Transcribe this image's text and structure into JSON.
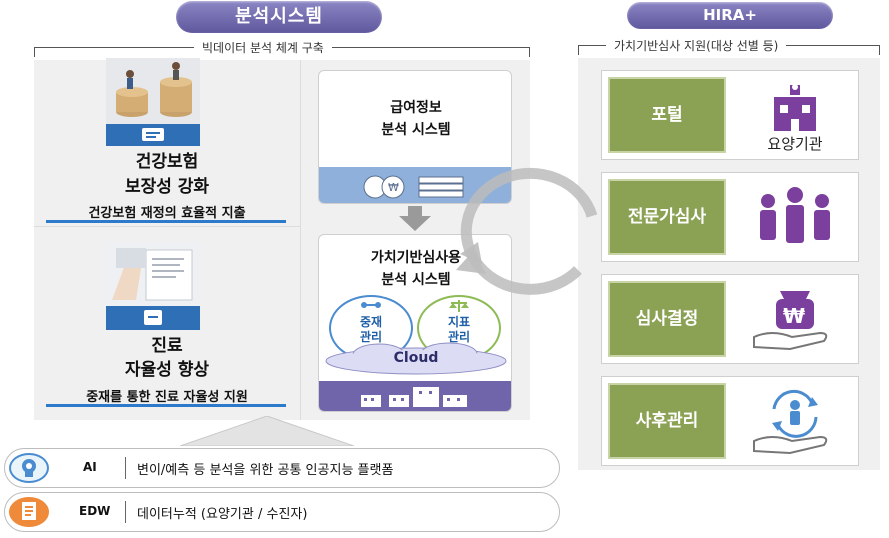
{
  "header": {
    "left_title": "분석시스템",
    "right_title": "HIRA+"
  },
  "left_section": {
    "bracket_label": "빅데이터 분석 체계 구축",
    "card_insurance": {
      "title_line1": "건강보험",
      "title_line2": "보장성 강화",
      "subtitle": "건강보험 재정의 효율적 지출"
    },
    "card_autonomy": {
      "title_line1": "진료",
      "title_line2": "자율성 향상",
      "subtitle": "중재를 통한 진료 자율성 지원"
    },
    "system_benefit": {
      "line1": "급여정보",
      "line2": "분석 시스템"
    },
    "system_value": {
      "line1": "가치기반심사용",
      "line2": "분석 시스템",
      "circle_left_line1": "중재",
      "circle_left_line2": "관리",
      "circle_right_line1": "지표",
      "circle_right_line2": "관리",
      "cloud_label": "Cloud"
    }
  },
  "right_section": {
    "bracket_label": "가치기반심사 지원(대상 선별 등)",
    "items": [
      {
        "label": "포털",
        "caption": "요양기관",
        "icon": "building-icon"
      },
      {
        "label": "전문가심사",
        "caption": "",
        "icon": "people-icon"
      },
      {
        "label": "심사결정",
        "caption": "",
        "icon": "hand-won-bag-icon"
      },
      {
        "label": "사후관리",
        "caption": "",
        "icon": "hand-person-cycle-icon"
      }
    ]
  },
  "bottom_bars": {
    "ai": {
      "tag": "AI",
      "text": "변이/예측 등 분석을 위한 공통 인공지능 플랫폼"
    },
    "edw": {
      "tag": "EDW",
      "text": "데이터누적 (요양기관 / 수진자)"
    }
  },
  "colors": {
    "pill": "#6e68ad",
    "green": "#8ba254",
    "purple_icon": "#7b3f9e",
    "blue_accent": "#2c7ac9",
    "orange": "#ee8a3a"
  }
}
